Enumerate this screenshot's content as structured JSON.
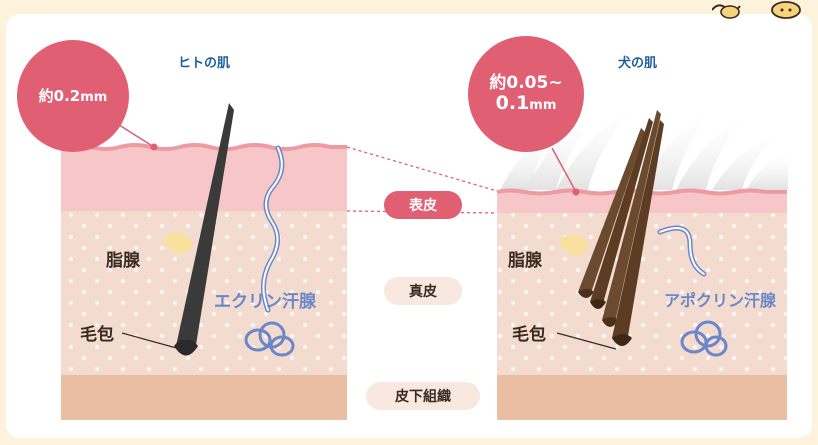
{
  "human": {
    "title": "ヒトの肌",
    "thickness_value": "約0.2",
    "thickness_unit": "mm",
    "labels": {
      "sebaceous": "脂腺",
      "follicle": "毛包",
      "gland": "エクリン汗腺"
    }
  },
  "dog": {
    "title": "犬の肌",
    "thickness_line1": "約0.05~",
    "thickness_value": "0.1",
    "thickness_unit": "mm",
    "labels": {
      "sebaceous": "脂腺",
      "follicle": "毛包",
      "gland": "アポクリン汗腺"
    }
  },
  "layers": {
    "epidermis": "表皮",
    "dermis": "真皮",
    "subcutaneous": "皮下組織"
  },
  "colors": {
    "accent": "#e05f72",
    "epidermis": "#f6c6c8",
    "dermis": "#f3dccf",
    "subcutaneous": "#e9bea3",
    "gland": "#6b87c9",
    "title": "#1d5f9e"
  }
}
